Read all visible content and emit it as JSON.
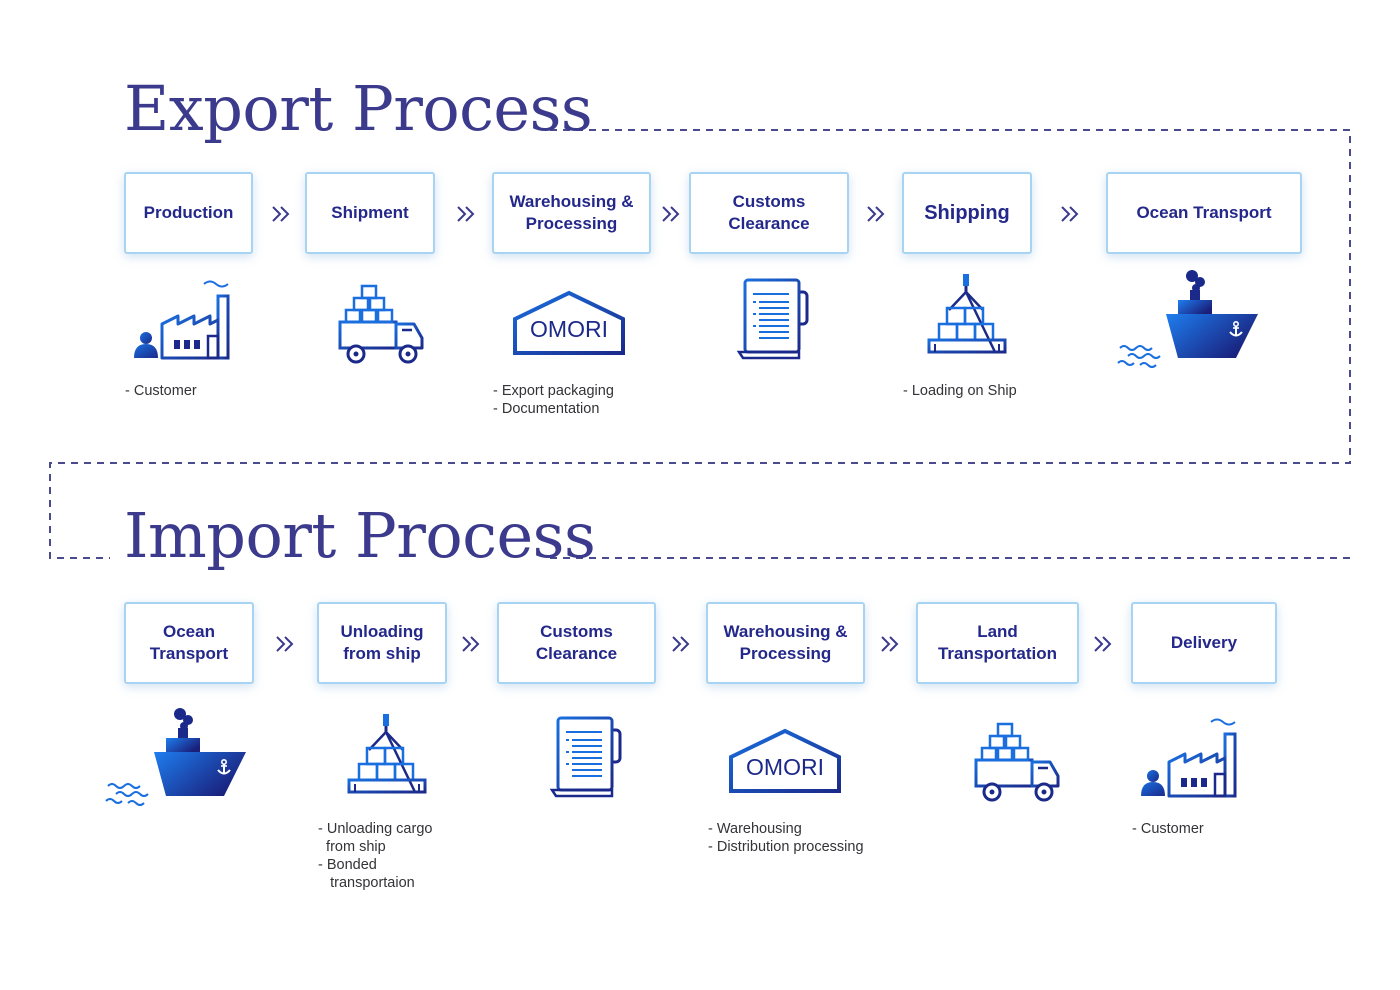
{
  "export": {
    "title": "Export Process",
    "steps": [
      {
        "label": "Production"
      },
      {
        "label": "Shipment"
      },
      {
        "label": "Warehousing &\nProcessing"
      },
      {
        "label": "Customs\nClearance"
      },
      {
        "label": "Shipping"
      },
      {
        "label": "Ocean Transport"
      }
    ],
    "notes": {
      "production": "- Customer",
      "warehousing": "- Export packaging\n- Documentation",
      "shipping": "- Loading on Ship"
    },
    "warehouse_sign": "OMORI"
  },
  "import": {
    "title": "Import Process",
    "steps": [
      {
        "label": "Ocean\nTransport"
      },
      {
        "label": "Unloading\nfrom ship"
      },
      {
        "label": "Customs\nClearance"
      },
      {
        "label": "Warehousing &\nProcessing"
      },
      {
        "label": "Land\nTransportation"
      },
      {
        "label": "Delivery"
      }
    ],
    "notes": {
      "unloading": "- Unloading cargo\n  from ship\n- Bonded\n   transportaion",
      "warehousing": "- Warehousing\n- Distribution processing",
      "delivery": "- Customer"
    },
    "warehouse_sign": "OMORI"
  },
  "colors": {
    "title": "#3b3a8c",
    "box_border": "#a7d4f3",
    "box_text": "#23288a",
    "dashed_line": "#4a4a8f",
    "icon_dark": "#1b2a8a",
    "icon_light": "#1a6fe0"
  }
}
